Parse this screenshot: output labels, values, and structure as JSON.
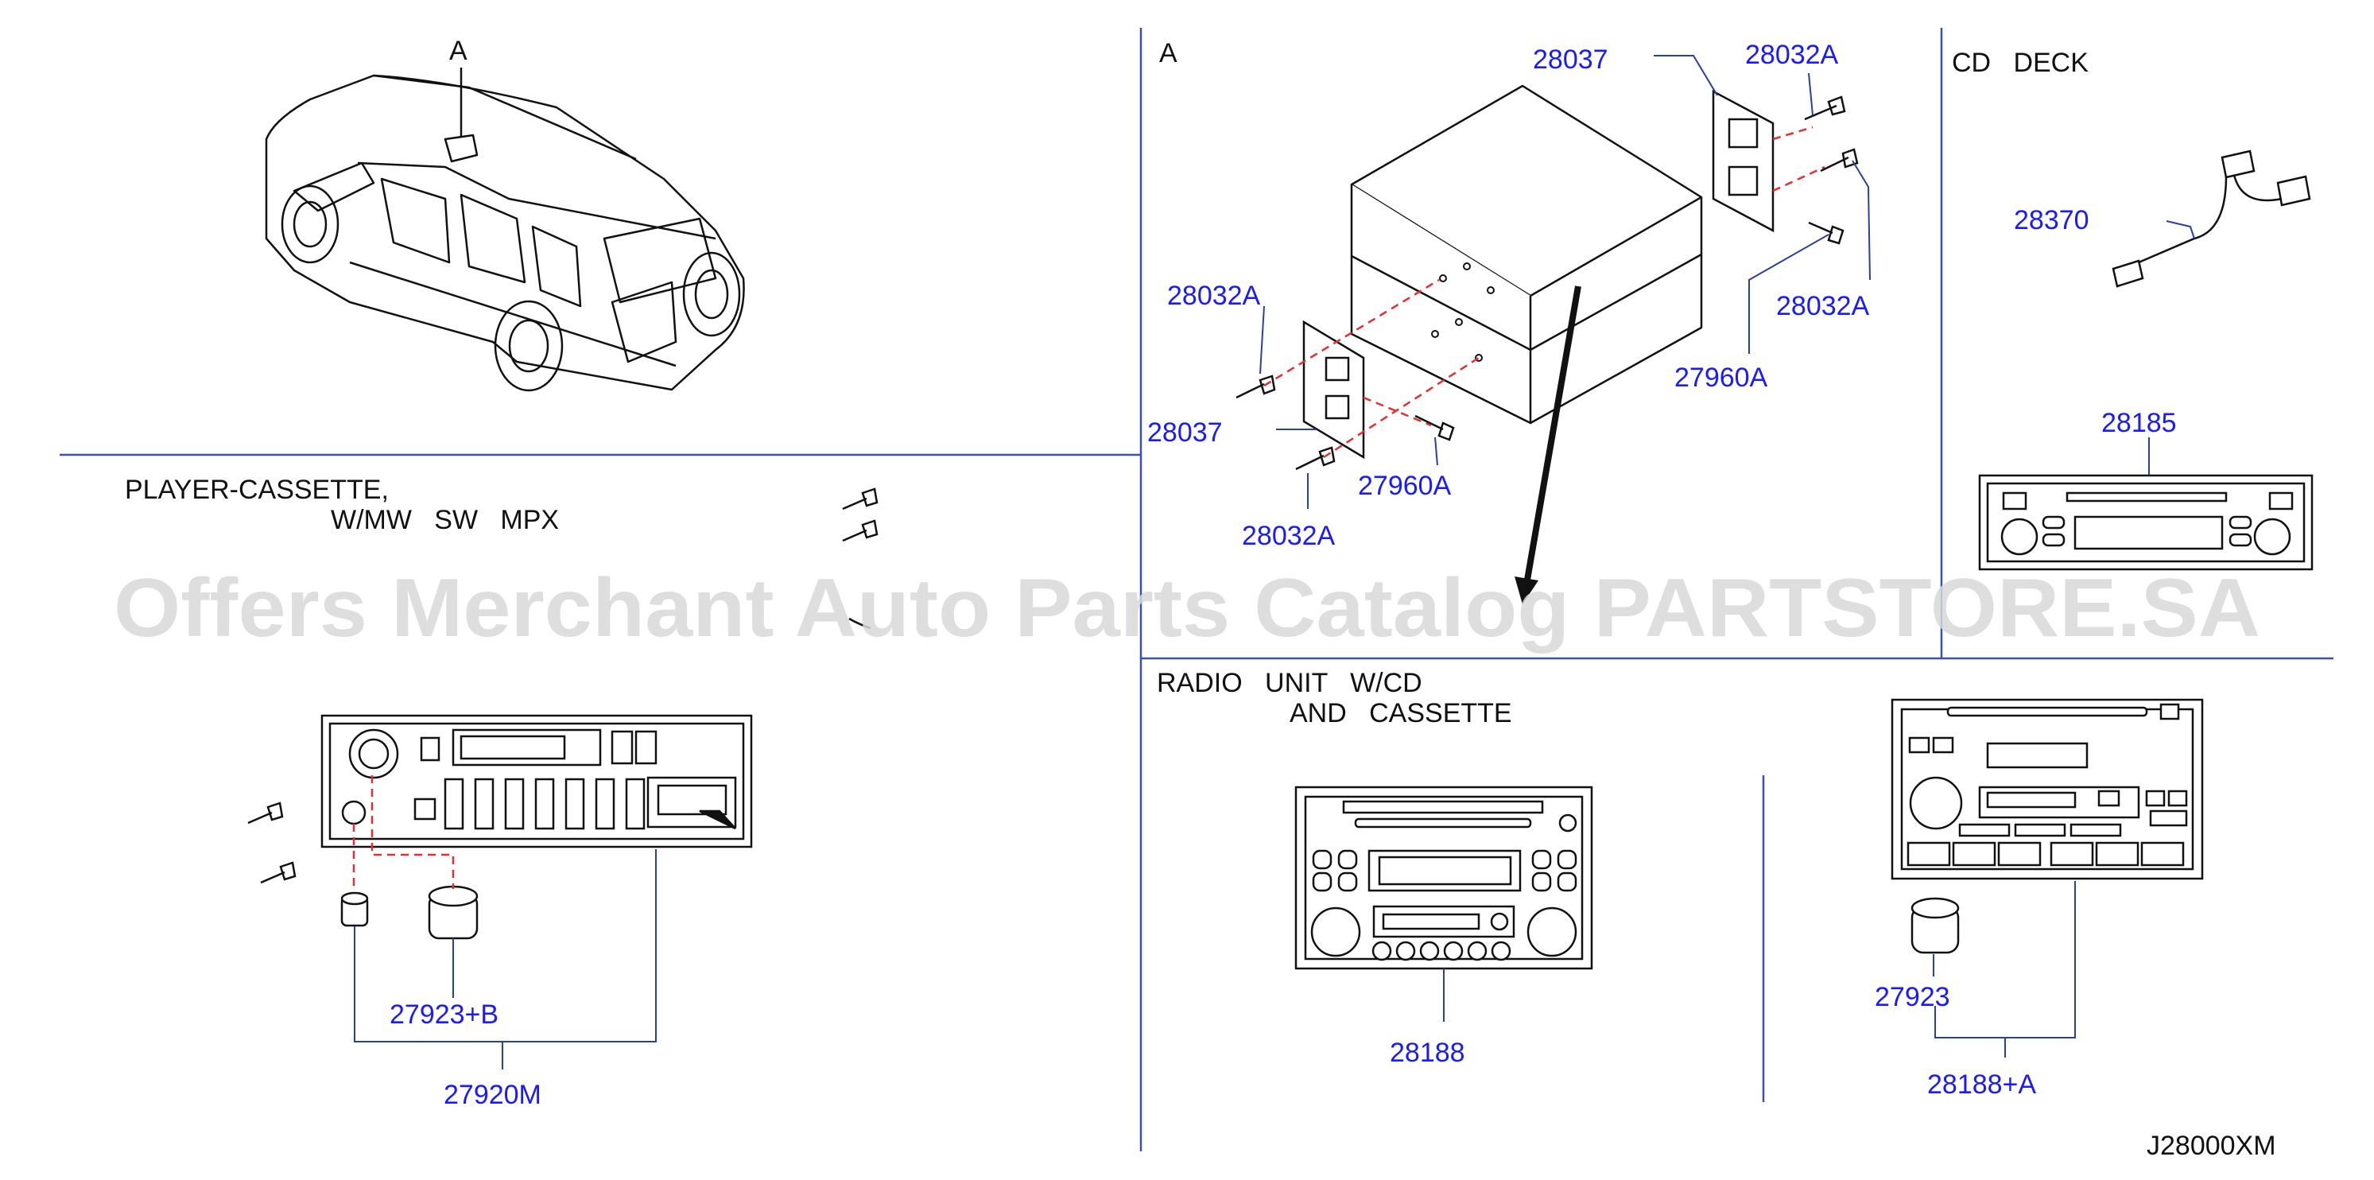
{
  "diagram": {
    "sections": {
      "vehicle": {
        "view_label": "A"
      },
      "detail_a": {
        "title": "A"
      },
      "cd_deck": {
        "title": "CD   DECK"
      },
      "player_cassette": {
        "title_line1": "PLAYER-CASSETTE,",
        "title_line2": "W/MW   SW   MPX"
      },
      "radio_unit": {
        "title_line1": "RADIO   UNIT   W/CD",
        "title_line2": "AND   CASSETTE"
      }
    },
    "part_numbers": {
      "p28037_top": "28037",
      "p28032A_tr": "28032A",
      "p28032A_right": "28032A",
      "p27960A_right": "27960A",
      "p28032A_left": "28032A",
      "p28037_left": "28037",
      "p27960A_bottom": "27960A",
      "p28032A_bottom": "28032A",
      "p28370": "28370",
      "p28185": "28185",
      "p27923B": "27923+B",
      "p27920M": "27920M",
      "p28188": "28188",
      "p27923": "27923",
      "p28188A": "28188+A"
    },
    "drawing_code": "J28000XM"
  },
  "watermark": "Offers Merchant Auto Parts Catalog PARTSTORE.SA",
  "colors": {
    "part_label": "#1a1aff",
    "leader_line": "#2b3fa0",
    "divider": "#3a4fb0",
    "dashed_guide": "#e03030",
    "ink": "#111111"
  }
}
